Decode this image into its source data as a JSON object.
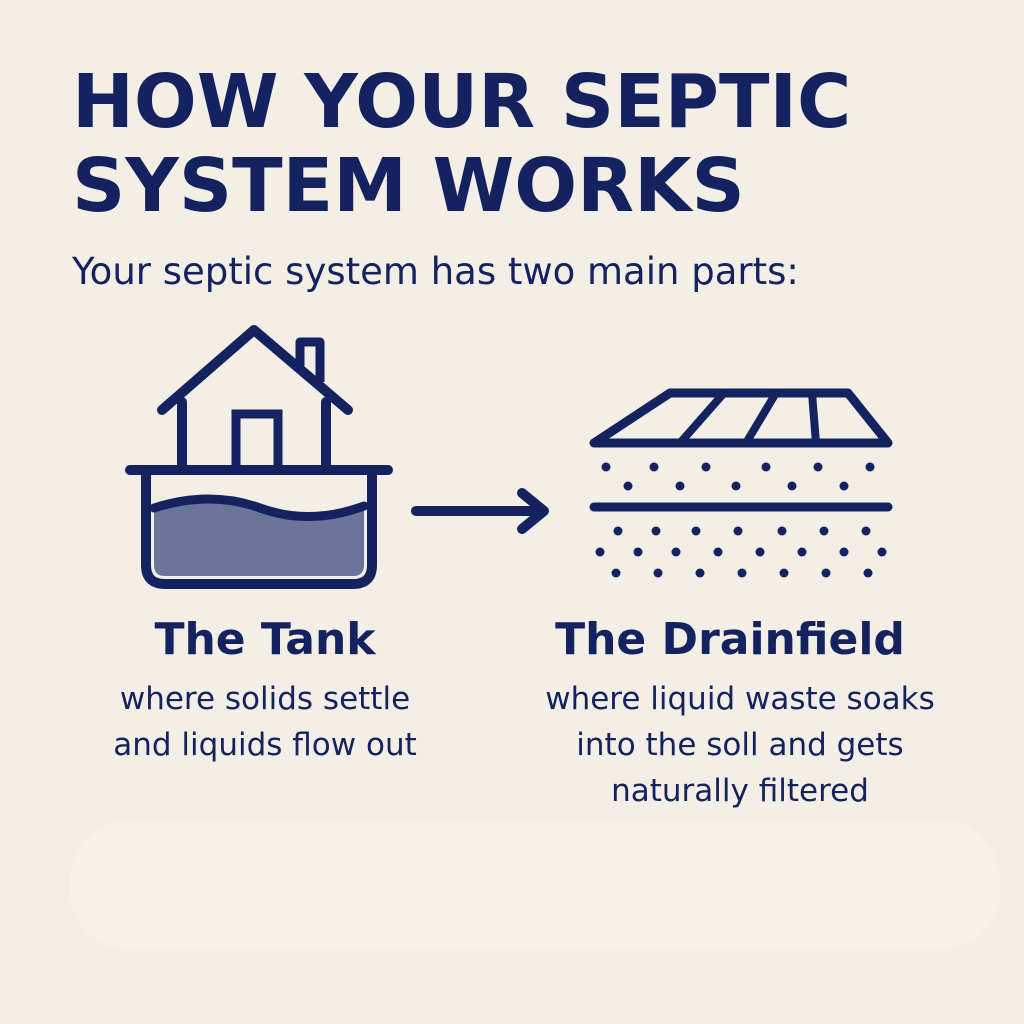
{
  "title_lines": [
    "HOW YOUR SEPTIC",
    "SYSTEM WORKS"
  ],
  "subtitle": "Your septic system has two main parts:",
  "parts": [
    {
      "label": "The Tank",
      "description_lines": [
        "where solids settle",
        "and liquids flow out"
      ],
      "icon": "house-septic-tank-icon"
    },
    {
      "label": "The Drainfield",
      "description_lines": [
        "where liquid waste soaks",
        "into the soll and gets",
        "naturally filtered"
      ],
      "icon": "drainfield-soil-icon"
    }
  ],
  "flow_icon": "right-arrow-icon",
  "colors": {
    "navy": "#14235f",
    "background": "#f4efe6",
    "tank_liquid": "#6b7499"
  }
}
